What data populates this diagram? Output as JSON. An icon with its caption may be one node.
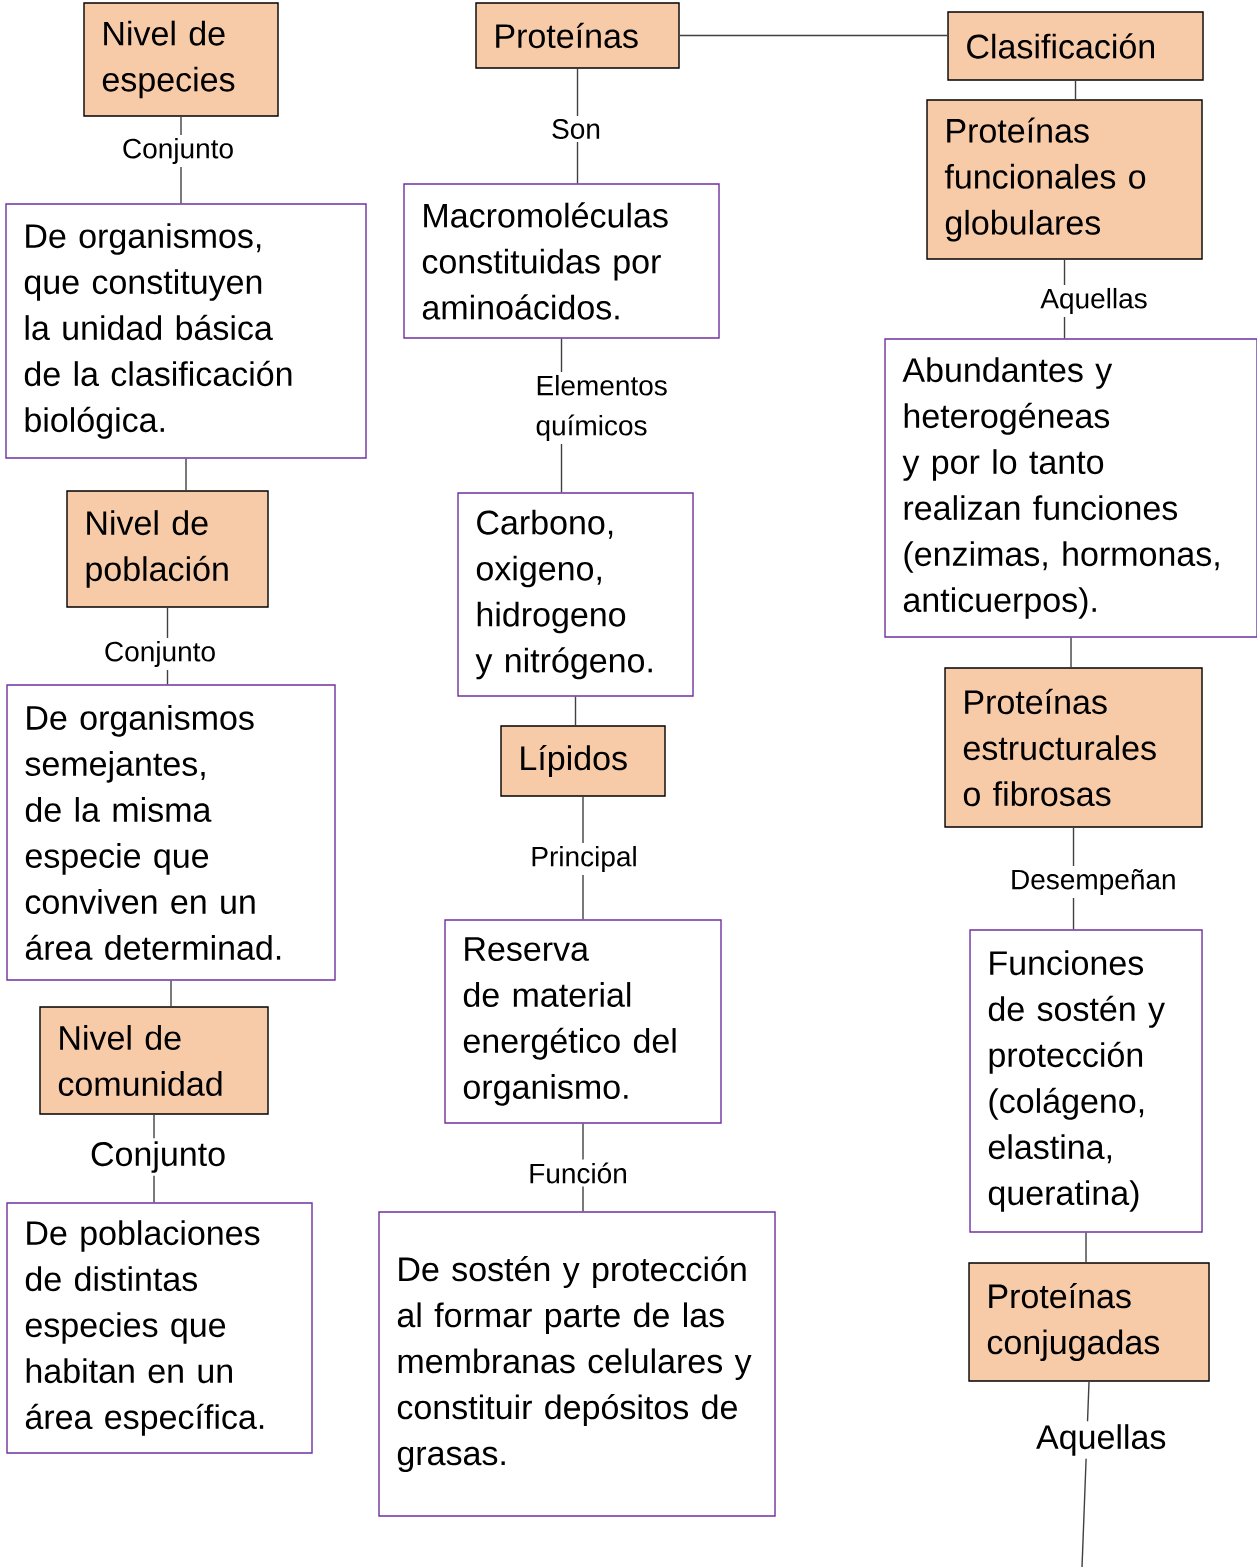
{
  "diagram": {
    "nodes": [
      {
        "text": [
          "Nivel de especies"
        ]
      },
      {
        "text": [
          "De organismos, que constituyen la unidad básica de la clasificación biológica."
        ]
      },
      {
        "text": [
          "Nivel de población"
        ]
      },
      {
        "text": [
          "De organismos semejantes, de la misma especie que conviven en un área determinad."
        ]
      },
      {
        "text": [
          "Nivel de comunidad"
        ]
      },
      {
        "text": [
          "De poblaciones de distintas especies que habitan en un área específica."
        ]
      },
      {
        "text": [
          "Proteínas"
        ]
      },
      {
        "text": [
          "Macromoléculas constituidas por aminoácidos."
        ]
      },
      {
        "text": [
          "Carbono, oxigeno, hidrogeno y nitrógeno."
        ]
      },
      {
        "text": [
          "Lípidos"
        ]
      },
      {
        "text": [
          "Reserva de material energético del organismo."
        ]
      },
      {
        "text": [
          "De sostén y protección al formar parte de las membranas celulares y constituir depósitos de grasas."
        ]
      },
      {
        "text": [
          "Clasificación"
        ]
      },
      {
        "text": [
          "Proteínas funcionales o globulares"
        ]
      },
      {
        "text": [
          "Abundantes y heterogéneas y por lo tanto realizan funciones (enzimas, hormonas, anticuerpos)."
        ]
      },
      {
        "text": [
          "Proteínas estructurales o fibrosas"
        ]
      },
      {
        "text": [
          "Funciones de sostén y protección (colágeno, elastina, queratina)"
        ]
      },
      {
        "text": [
          "Proteínas conjugadas"
        ]
      }
    ],
    "edges": [
      {
        "from": 0,
        "to": 1,
        "arrow": "none",
        "label": "Conjunto"
      },
      {
        "from": 1,
        "to": 2,
        "arrow": "none"
      },
      {
        "from": 2,
        "to": 3,
        "arrow": "none",
        "label": "Conjunto"
      },
      {
        "from": 3,
        "to": 4,
        "arrow": "none"
      },
      {
        "from": 4,
        "to": 5,
        "arrow": "none",
        "label": "Conjunto"
      },
      {
        "from": 6,
        "to": 7,
        "arrow": "none",
        "label": "Son"
      },
      {
        "from": 7,
        "to": 8,
        "arrow": "none",
        "label": "Elementos químicos"
      },
      {
        "from": 8,
        "to": 9,
        "arrow": "none"
      },
      {
        "from": 9,
        "to": 10,
        "arrow": "none",
        "label": "Principal"
      },
      {
        "from": 10,
        "to": 11,
        "arrow": "none",
        "label": "Función"
      },
      {
        "from": 6,
        "to": 12,
        "arrow": "none"
      },
      {
        "from": 12,
        "to": 13,
        "arrow": "none"
      },
      {
        "from": 13,
        "to": 14,
        "arrow": "none",
        "label": "Aquellas"
      },
      {
        "from": 14,
        "to": 15,
        "arrow": "none"
      },
      {
        "from": 15,
        "to": 16,
        "arrow": "none",
        "label": "Desempeñan"
      },
      {
        "from": 16,
        "to": 17,
        "arrow": "none"
      },
      {
        "from": 17,
        "to": null,
        "arrow": "none",
        "label": "Aquellas"
      }
    ]
  }
}
